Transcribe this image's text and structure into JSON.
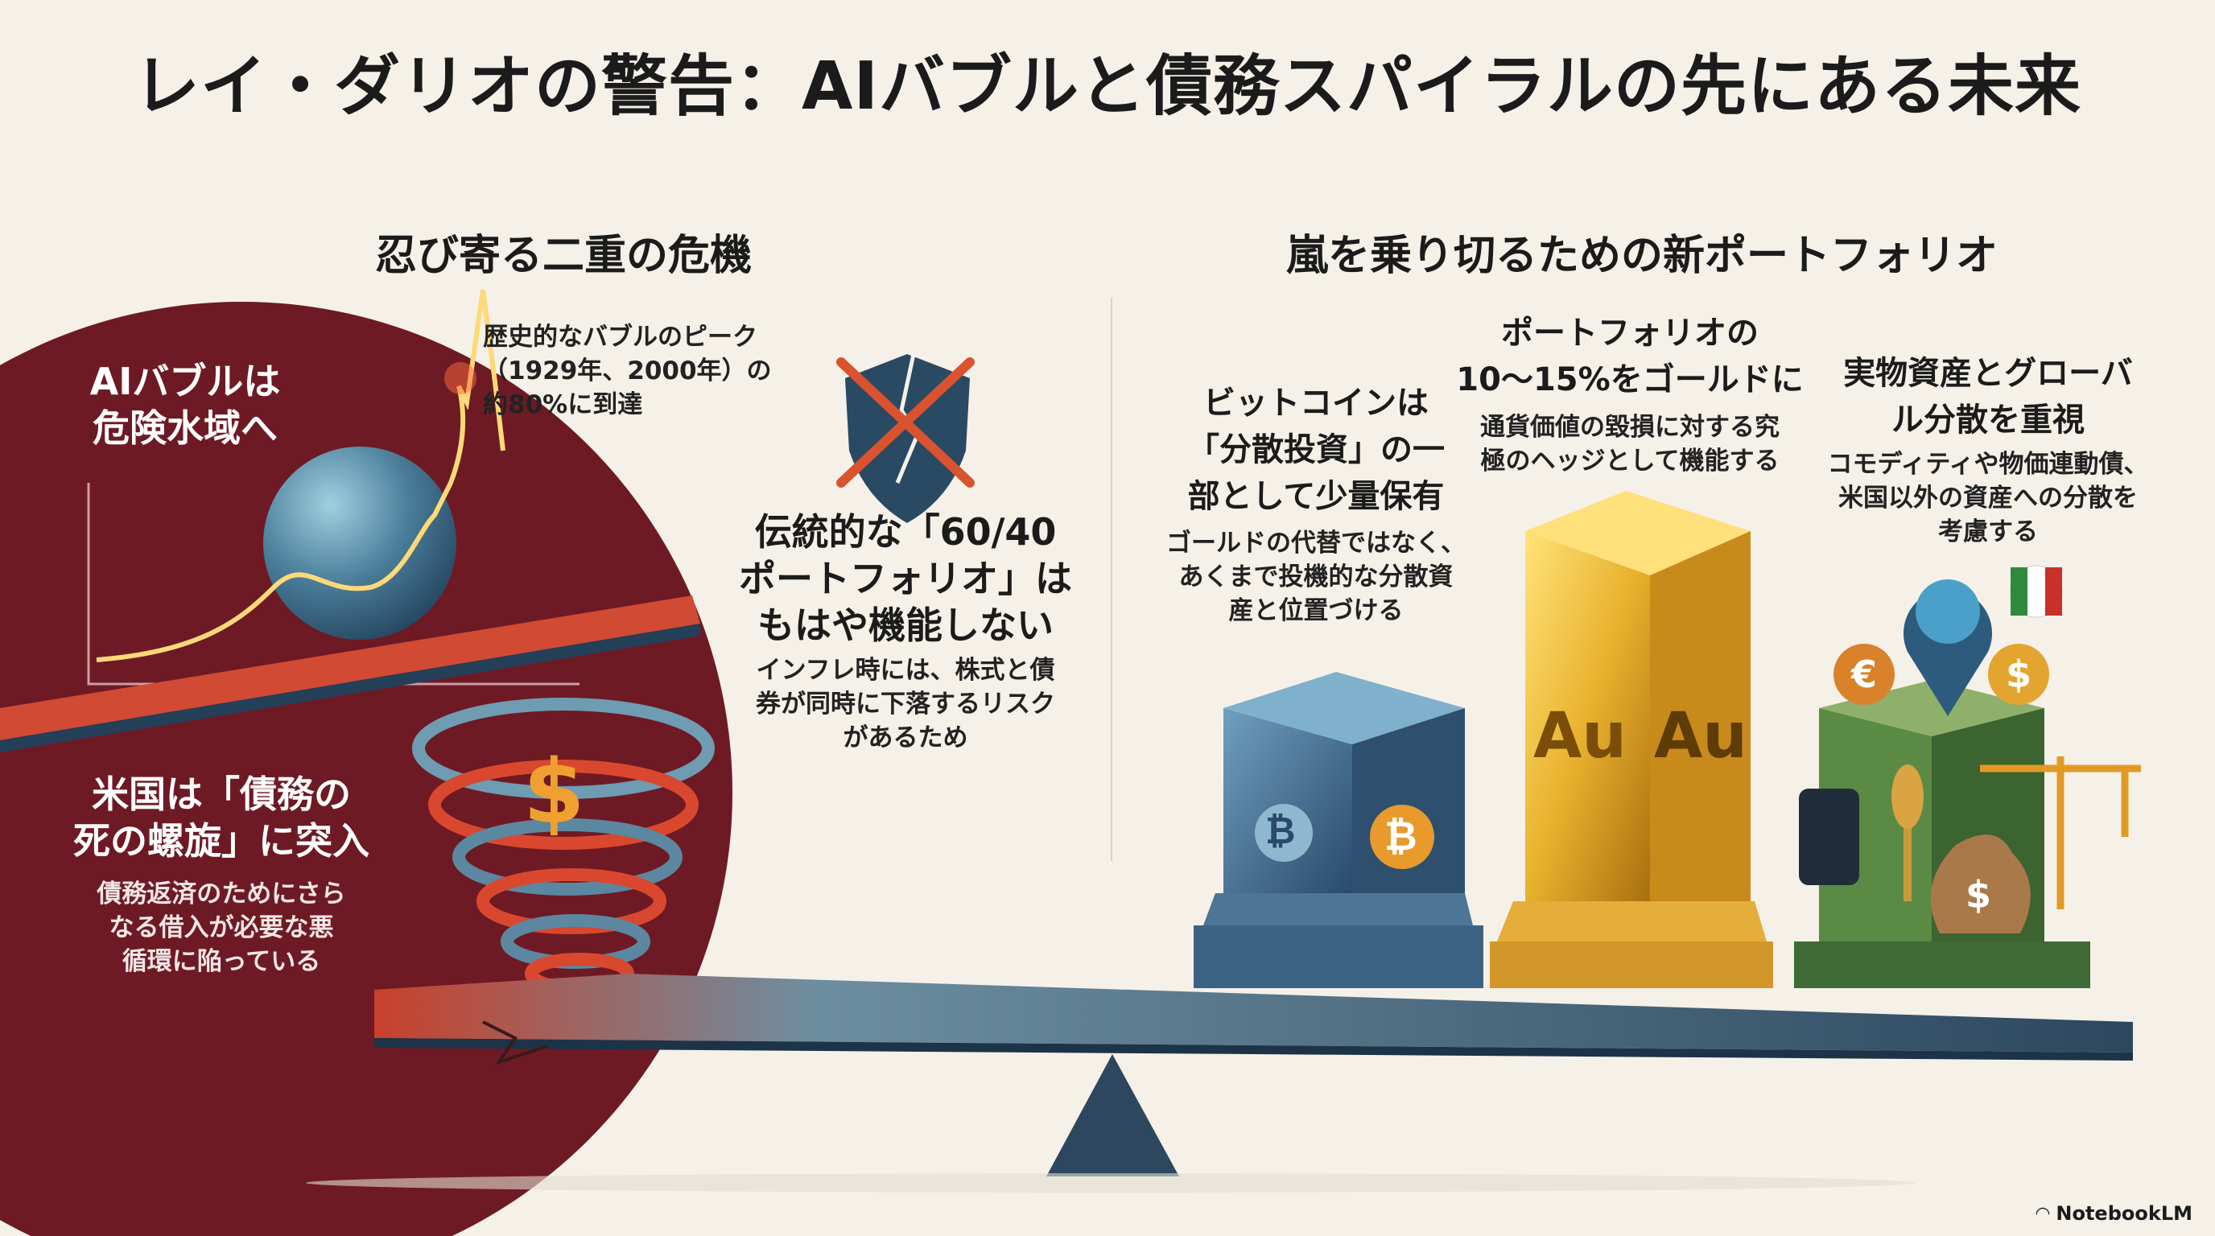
{
  "title": "レイ・ダリオの警告：AIバブルと債務スパイラルの先にある未来",
  "left_section": {
    "heading": "忍び寄る二重の危機",
    "ai_bubble": {
      "title_lines": [
        "AIバブルは",
        "危険水域へ"
      ]
    },
    "peak_note": {
      "lines": [
        "歴史的なバブルのピーク",
        "（1929年、2000年）の",
        "約80%に到達"
      ]
    },
    "portfolio_6040": {
      "title_lines": [
        "伝統的な「60/40",
        "ポートフォリオ」は",
        "もはや機能しない"
      ],
      "desc_lines": [
        "インフレ時には、株式と債",
        "券が同時に下落するリスク",
        "があるため"
      ]
    },
    "debt_spiral": {
      "title_lines": [
        "米国は「債務の",
        "死の螺旋」に突入"
      ],
      "desc_lines": [
        "債務返済のためにさら",
        "なる借入が必要な悪",
        "循環に陥っている"
      ]
    }
  },
  "right_section": {
    "heading": "嵐を乗り切るための新ポートフォリオ",
    "bitcoin": {
      "title_lines": [
        "ビットコインは",
        "「分散投資」の一",
        "部として少量保有"
      ],
      "desc_lines": [
        "ゴールドの代替ではなく、",
        "あくまで投機的な分散資",
        "産と位置づける"
      ]
    },
    "gold": {
      "title_lines": [
        "ポートフォリオの",
        "10〜15%をゴールドに"
      ],
      "desc_lines": [
        "通貨価値の毀損に対する究",
        "極のヘッジとして機能する"
      ],
      "bar_label": "Au"
    },
    "real_assets": {
      "title_lines": [
        "実物資産とグローバ",
        "ル分散を重視"
      ],
      "desc_lines": [
        "コモディティや物価連動債、",
        "米国以外の資産への分散を",
        "考慮する"
      ],
      "coin_euro": "€",
      "coin_dollar": "$",
      "bag_symbol": "$"
    }
  },
  "tornado_symbol": "$",
  "bitcoin_symbol": "₿",
  "footer": {
    "brand": "NotebookLM"
  },
  "colors": {
    "dark_red": "#6e1a24",
    "accent_red": "#d9482e",
    "navy": "#2d4a63",
    "gold": "#e0a92a",
    "green": "#4e7a3d"
  }
}
